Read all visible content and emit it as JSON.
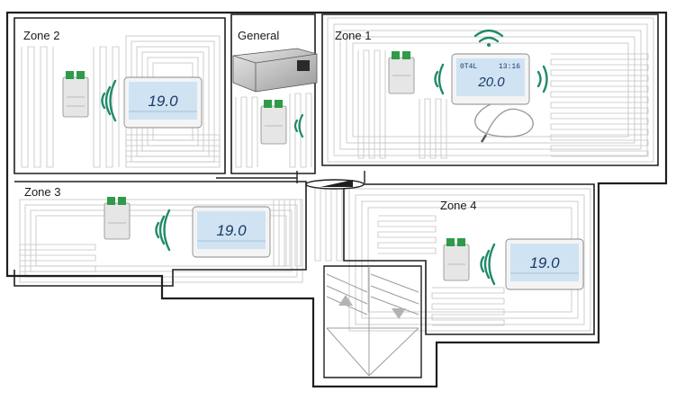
{
  "zones": {
    "zone2": {
      "label": "Zone 2",
      "temperature": "19.0"
    },
    "general": {
      "label": "General"
    },
    "zone1": {
      "label": "Zone 1",
      "temperature": "20.0",
      "time": "13:16"
    },
    "zone3": {
      "label": "Zone 3",
      "temperature": "19.0"
    },
    "zone4": {
      "label": "Zone 4",
      "temperature": "19.0"
    }
  },
  "icons": {
    "wireless": "wifi-signal-icon",
    "stairs_up": "arrow-up-icon",
    "stairs_down": "arrow-down-icon"
  },
  "colors": {
    "wall": "#1f1f1f",
    "heating_pipe": "#b9b9b9",
    "signal": "#1e8a6a",
    "lcd_screen": "#cfe3f3",
    "module_body": "#e6e6e6",
    "terminal_green": "#2f9a4a"
  }
}
